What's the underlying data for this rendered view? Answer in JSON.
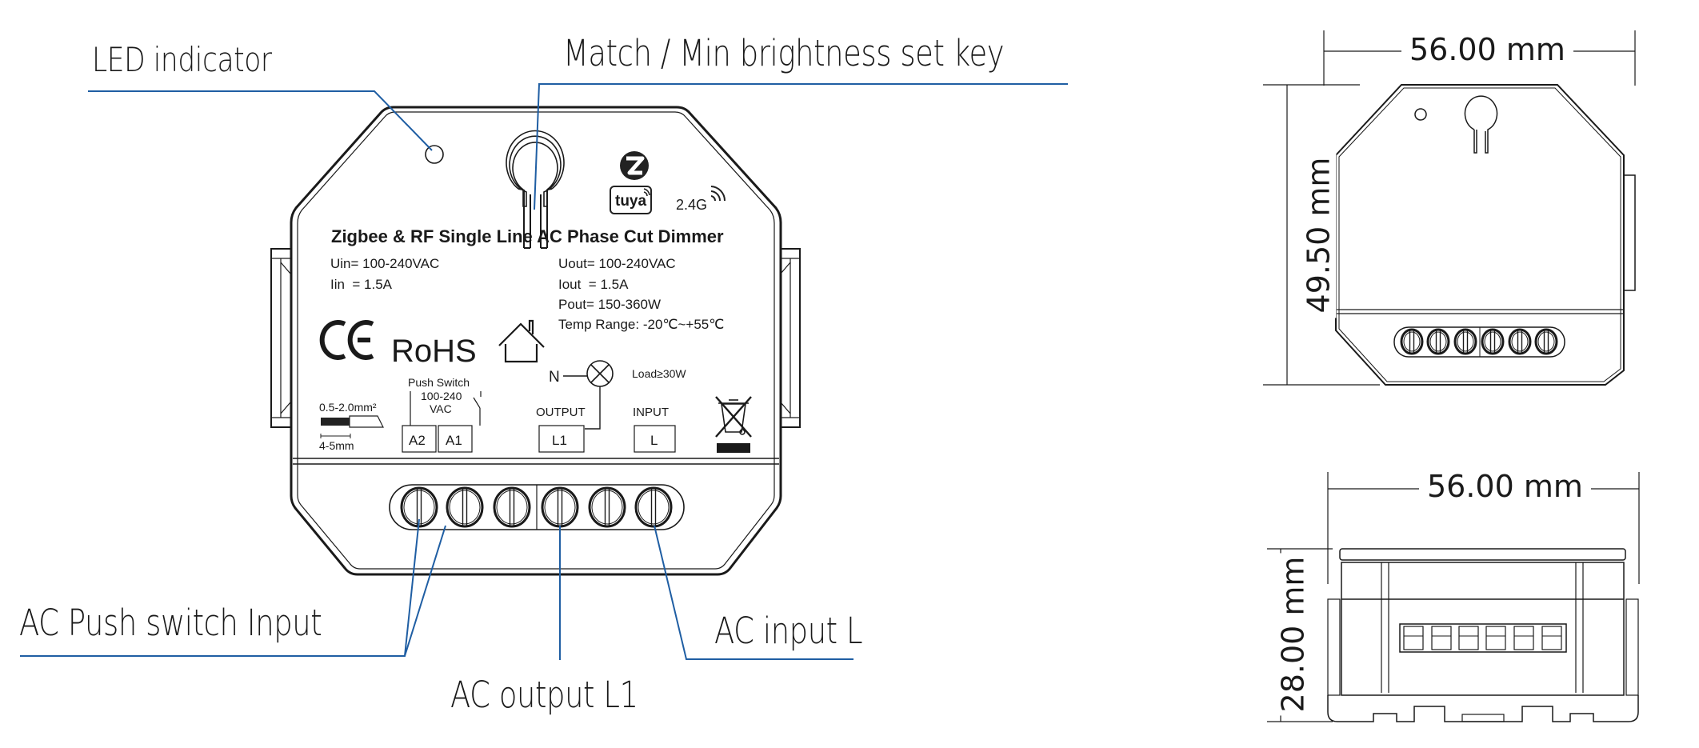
{
  "title": "Zigbee & RF Single Line AC Phase Cut Dimmer",
  "callouts": {
    "led_indicator": "LED indicator",
    "match_key": "Match / Min brightness set key",
    "push_switch_input": "AC Push switch Input",
    "output_l1": "AC output L1",
    "input_l": "AC input L"
  },
  "label": {
    "brand_icons": [
      "zigbee-logo",
      "tuya-logo"
    ],
    "tuya": "tuya",
    "wireless": "2.4G",
    "title": "Zigbee & RF Single Line AC Phase Cut Dimmer",
    "specs_left": [
      "Uin= 100-240VAC",
      "Iin  = 1.5A"
    ],
    "specs_right": [
      "Uout= 100-240VAC",
      "Iout  = 1.5A",
      "Pout= 150-360W",
      "Temp Range: -20℃~+55℃"
    ],
    "certs": "RoHS",
    "ce": "CE",
    "wire_gauge": "0.5-2.0mm²",
    "strip_length": "4-5mm",
    "push_switch": "Push Switch",
    "push_voltage_1": "100-240",
    "push_voltage_2": "VAC",
    "terminals_left": [
      "A2",
      "A1"
    ],
    "output_label": "OUTPUT",
    "output_terminal": "L1",
    "input_label": "INPUT",
    "input_terminal": "L",
    "neutral": "N",
    "load": "Load≥30W"
  },
  "dimensions": {
    "front_width": "56.00 mm",
    "front_height": "49.50 mm",
    "side_width": "56.00 mm",
    "side_height": "28.00 mm"
  },
  "colors": {
    "callout_line": "#1f5ea3",
    "outline": "#1a1a1a"
  }
}
